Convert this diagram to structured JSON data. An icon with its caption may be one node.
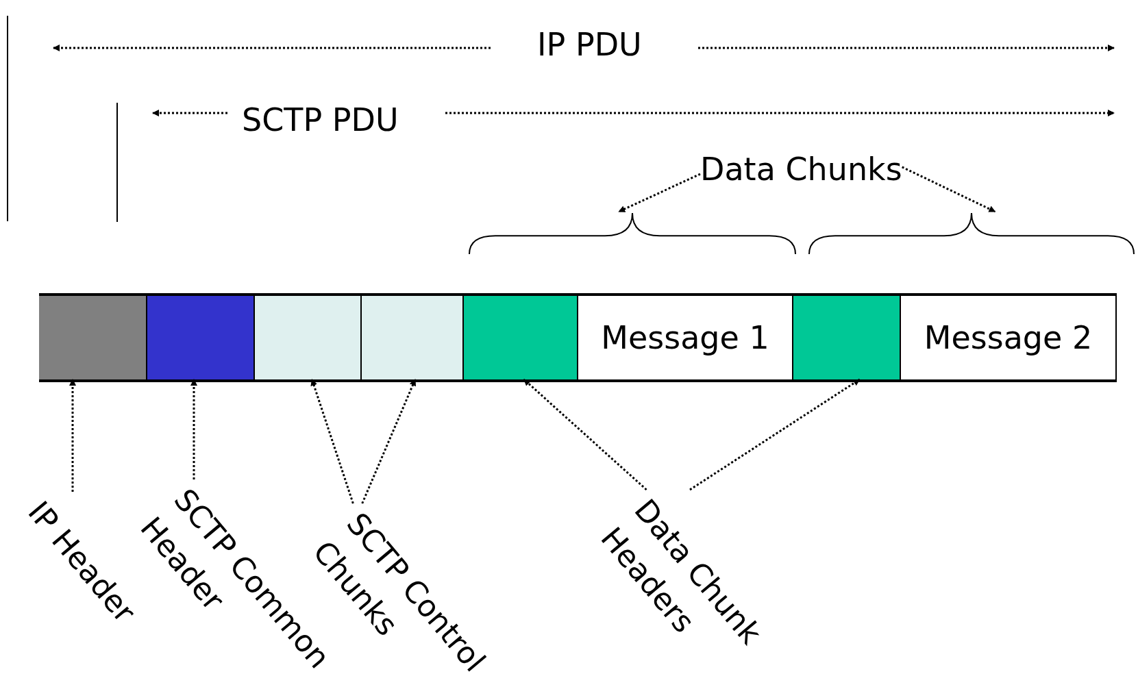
{
  "diagram": {
    "nodes": [
      {
        "text": [],
        "shape": "box"
      },
      {
        "text": [],
        "shape": "box"
      },
      {
        "text": [],
        "shape": "box"
      },
      {
        "text": [],
        "shape": "box"
      },
      {
        "text": [],
        "shape": "box"
      },
      {
        "text": [
          "Message 1"
        ]
      },
      {
        "text": [],
        "shape": "box"
      },
      {
        "text": [
          "Message 2"
        ]
      },
      {
        "text": [
          "IP Header"
        ]
      },
      {
        "text": [
          "SCTP Common Header"
        ]
      },
      {
        "text": [
          "SCTP Control Chunks"
        ]
      },
      {
        "text": [
          "Data Chunk Headers"
        ]
      },
      {
        "text": [
          "Data Chunks"
        ]
      },
      {
        "text": [],
        "shape": "brace"
      },
      {
        "text": [],
        "shape": "brace"
      }
    ],
    "edges": [
      {
        "from": 8,
        "to": 0,
        "arrow": "to",
        "style": "dashed"
      },
      {
        "from": 9,
        "to": 1,
        "arrow": "to",
        "style": "dashed"
      },
      {
        "from": 10,
        "to": 2,
        "arrow": "to",
        "style": "dashed"
      },
      {
        "from": 10,
        "to": 3,
        "arrow": "to",
        "style": "dashed"
      },
      {
        "from": 11,
        "to": 4,
        "arrow": "to",
        "style": "dashed"
      },
      {
        "from": 11,
        "to": 6,
        "arrow": "to",
        "style": "dashed"
      },
      {
        "from": 12,
        "to": 13,
        "arrow": "to",
        "style": "dashed"
      },
      {
        "from": 12,
        "to": 14,
        "arrow": "to",
        "style": "dashed"
      }
    ],
    "labels": [
      "IP PDU",
      "SCTP PDU"
    ]
  }
}
